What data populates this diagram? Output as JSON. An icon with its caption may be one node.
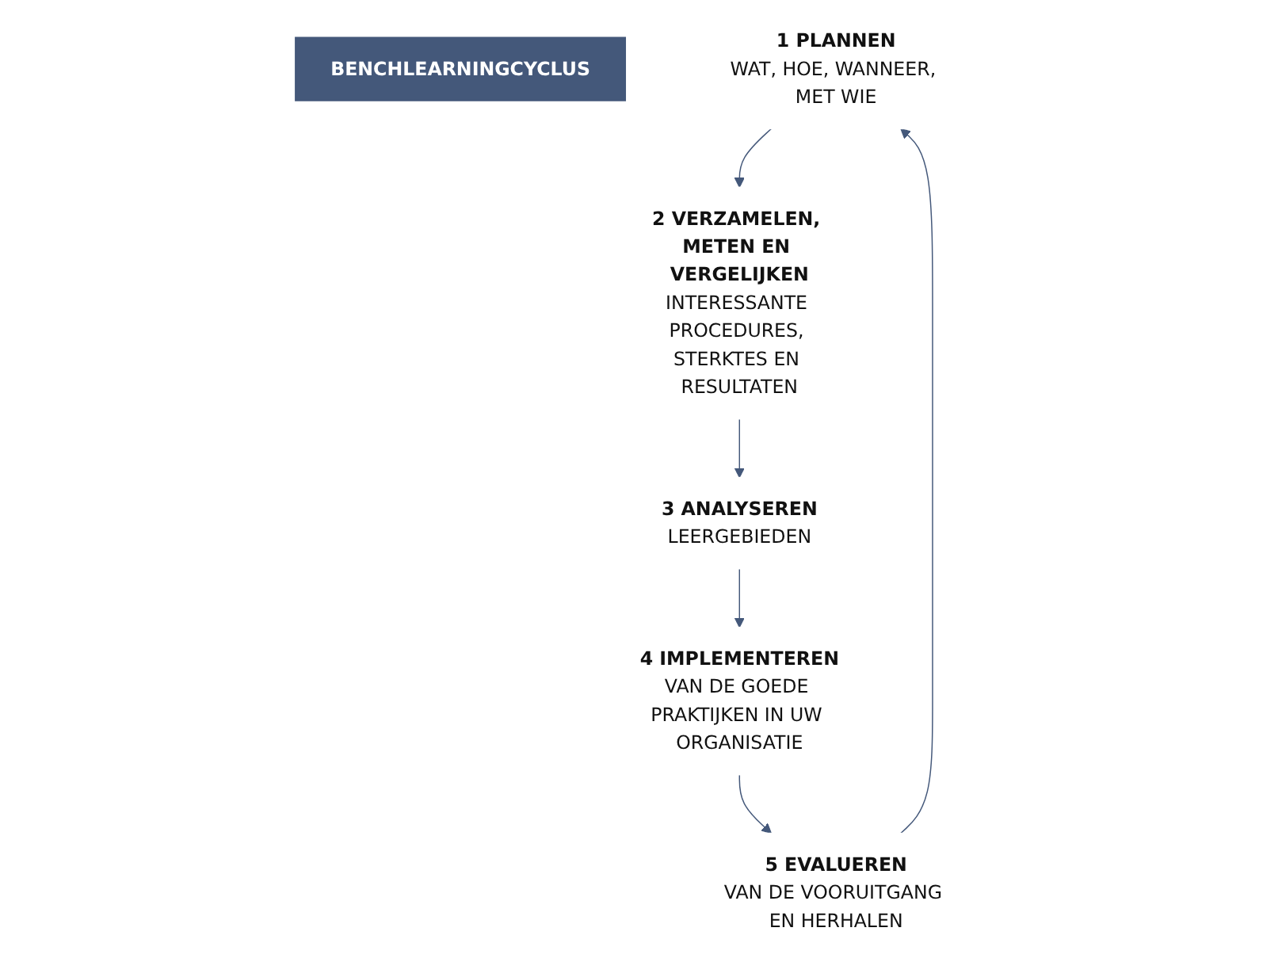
{
  "diagram": {
    "nodes": [
      {
        "text": [
          "BENCHLEARNINGCYCLUS"
        ]
      },
      {
        "text": [
          "1 PLANNEN",
          "WAT, HOE, WANNEER, MET WIE"
        ]
      },
      {
        "text": [
          "2 VERZAMELEN, METEN EN VERGELIJKEN",
          "INTERESSANTE PROCEDURES, STERKTES EN RESULTATEN"
        ]
      },
      {
        "text": [
          "3 ANALYSEREN",
          "LEERGEBIEDEN"
        ]
      },
      {
        "text": [
          "4 IMPLEMENTEREN",
          "VAN DE GOEDE PRAKTIJKEN IN UW ORGANISATIE"
        ]
      },
      {
        "text": [
          "5 EVALUEREN",
          "VAN DE VOORUITGANG EN HERHALEN"
        ]
      }
    ],
    "edges": [
      {
        "from": 5,
        "to": 1,
        "arrow": "to"
      },
      {
        "from": 1,
        "to": 2,
        "arrow": "to"
      },
      {
        "from": 2,
        "to": 3,
        "arrow": "to"
      },
      {
        "from": 3,
        "to": 4,
        "arrow": "to"
      },
      {
        "from": 4,
        "to": 5,
        "arrow": "to"
      }
    ]
  }
}
